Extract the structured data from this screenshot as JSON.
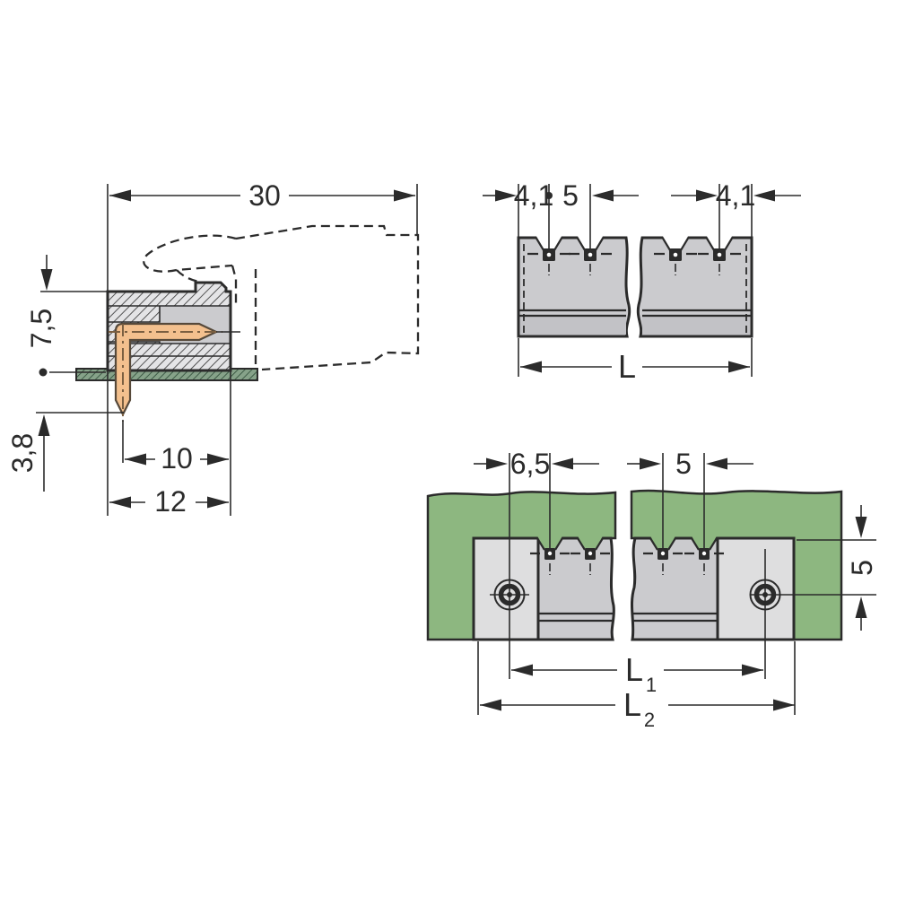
{
  "colors": {
    "outline": "#2b2b2b",
    "body_gray": "#cbcbce",
    "body_gray_dark": "#c2c2c6",
    "flange_gray": "#dededf",
    "pcb_green": "#8db780",
    "pcb_hatch_green": "#86a289",
    "pin_copper": "#f3c08e"
  },
  "side_view": {
    "dim_total_depth": "30",
    "dim_height_above_board": "7,5",
    "dim_pin_length_below": "3,8",
    "dim_pin_to_face": "10",
    "dim_body_depth": "12"
  },
  "front_view": {
    "dim_end_margin_left": "4,1",
    "dim_pin_pitch": "5",
    "dim_end_margin_right": "4,1",
    "dim_total_length": "L"
  },
  "top_view": {
    "dim_screw_to_pin": "6,5",
    "dim_pin_pitch": "5",
    "dim_edge_to_center": "5",
    "dim_l1": "L",
    "dim_l1_sub": "1",
    "dim_l2": "L",
    "dim_l2_sub": "2"
  }
}
